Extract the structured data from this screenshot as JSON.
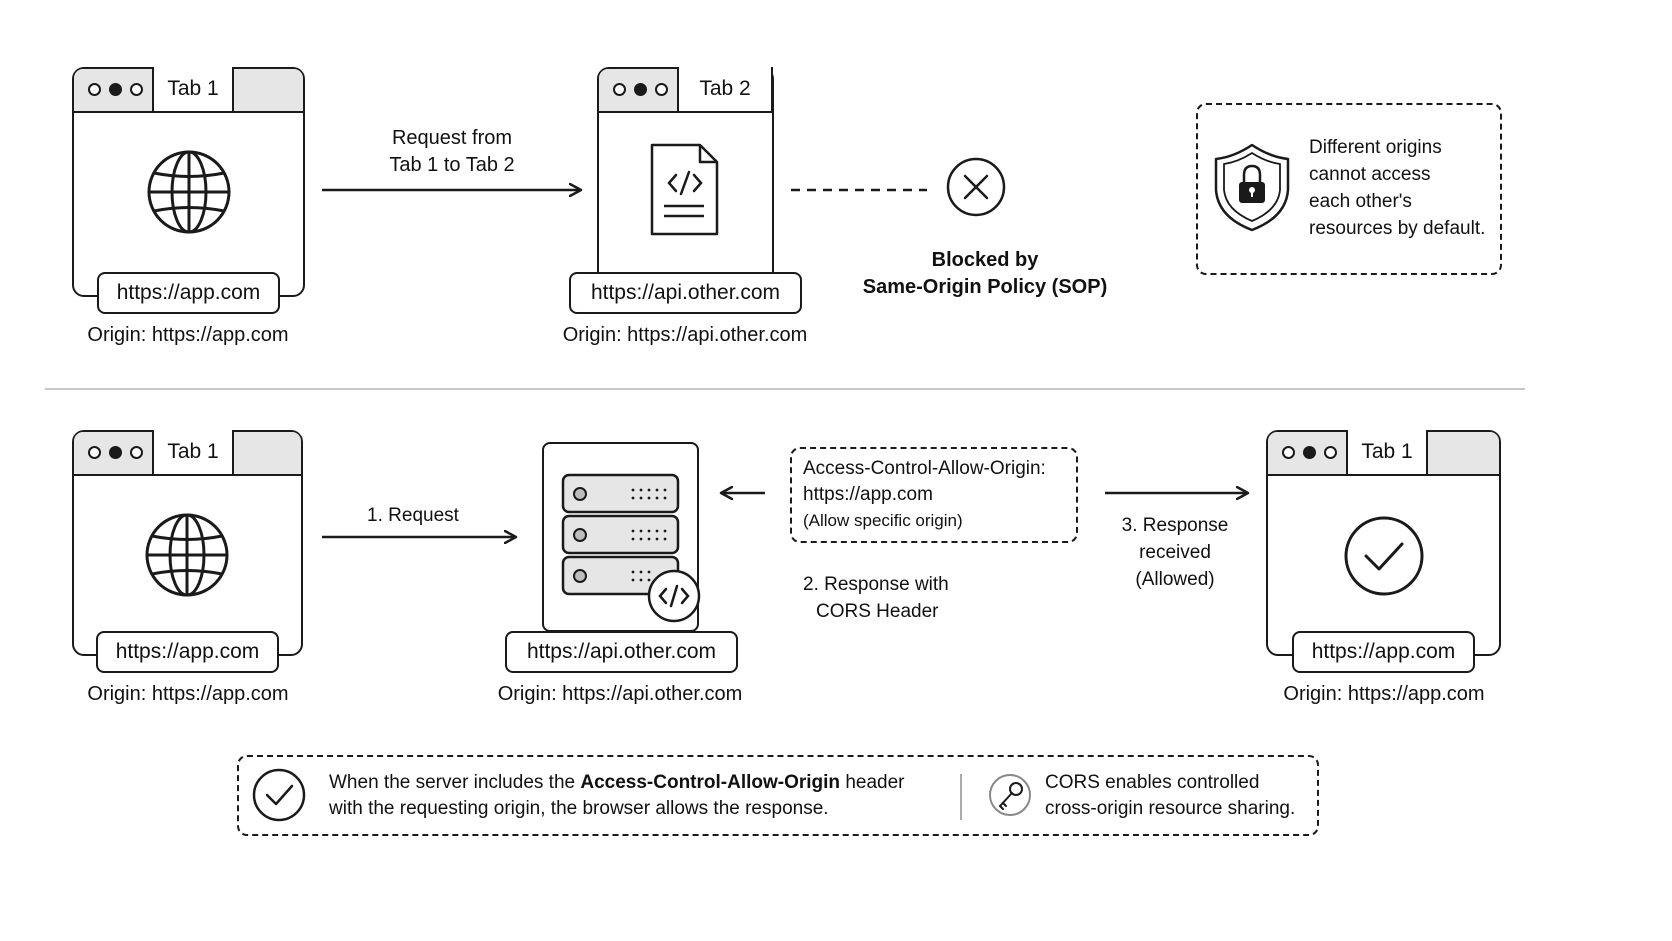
{
  "sop": {
    "tab1": {
      "tab_label": "Tab 1",
      "url": "https://app.com",
      "origin": "Origin: https://app.com"
    },
    "request_label_line1": "Request from",
    "request_label_line2": "Tab 1 to Tab 2",
    "tab2": {
      "tab_label": "Tab 2",
      "url": "https://api.other.com",
      "origin": "Origin: https://api.other.com"
    },
    "blocked_line1": "Blocked by",
    "blocked_line2": "Same-Origin Policy (SOP)",
    "note_lines": [
      "Different origins",
      "cannot access",
      "each other's",
      "resources by default."
    ]
  },
  "cors": {
    "tab1": {
      "tab_label": "Tab 1",
      "url": "https://app.com",
      "origin": "Origin: https://app.com"
    },
    "step1_label": "1. Request",
    "server": {
      "url": "https://api.other.com",
      "origin": "Origin: https://api.other.com"
    },
    "header_box": {
      "line1": "Access-Control-Allow-Origin:",
      "line2": "https://app.com",
      "line3": "(Allow specific origin)"
    },
    "step2_line1": "2. Response with",
    "step2_line2": "CORS Header",
    "step3_line1": "3. Response",
    "step3_line2": "received",
    "step3_line3": "(Allowed)",
    "tab3": {
      "tab_label": "Tab 1",
      "url": "https://app.com",
      "origin": "Origin: https://app.com"
    }
  },
  "footer": {
    "left_part1": "When the server includes the ",
    "left_bold": "Access-Control-Allow-Origin",
    "left_part2": " header",
    "left_line2": "with the requesting origin, the browser allows the response.",
    "right_line1": "CORS enables controlled",
    "right_line2": "cross-origin resource sharing."
  },
  "icons": [
    "globe-icon",
    "code-document-icon",
    "blocked-x-icon",
    "shield-lock-icon",
    "server-icon",
    "code-badge-icon",
    "checkmark-icon",
    "key-icon"
  ]
}
